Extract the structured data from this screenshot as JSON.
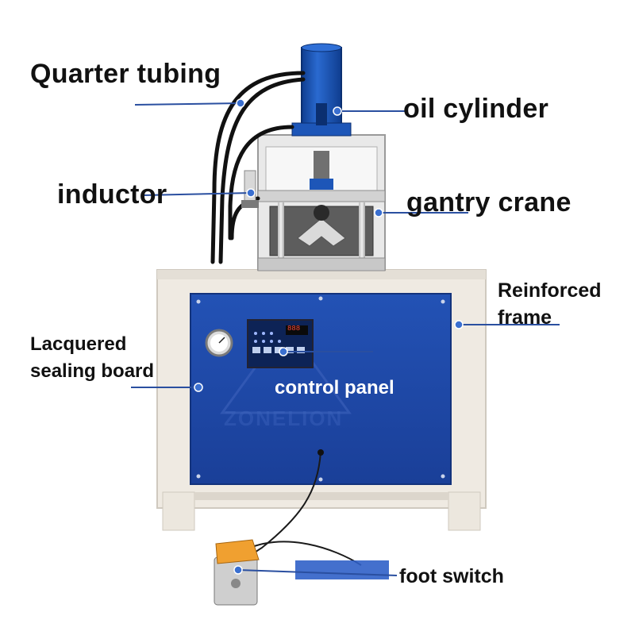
{
  "labels": {
    "quarter_tubing": "Quarter tubing",
    "oil_cylinder": "oil cylinder",
    "inductor": "inductor",
    "gantry_crane": "gantry crane",
    "reinforced_frame_1": "Reinforced",
    "reinforced_frame_2": "frame",
    "sealing_board_1": "Lacquered",
    "sealing_board_2": "sealing board",
    "control_panel": "control panel",
    "foot_switch": "foot switch"
  },
  "watermark": "ZONELION",
  "display_readout": "888",
  "colors": {
    "panel_blue": "#1f49a8",
    "frame_cream": "#efeae2",
    "cylinder_blue": "#1d56b8",
    "pedal_orange": "#f0a030",
    "callout_line": "#2a4fa0",
    "dot_blue": "#3a6fd0"
  }
}
